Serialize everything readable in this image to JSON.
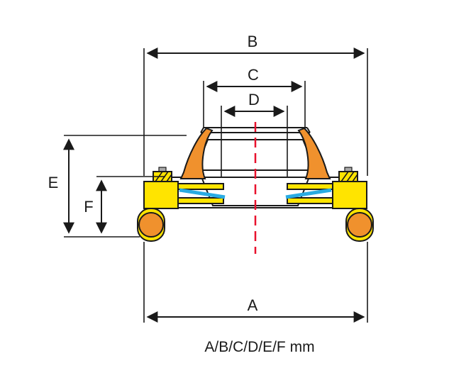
{
  "diagram": {
    "type": "technical-cross-section-drawing",
    "subject": "seal-assembly-dimension-drawing",
    "caption": "A/B/C/D/E/F mm",
    "dimension_labels": {
      "A": "A",
      "B": "B",
      "C": "C",
      "D": "D",
      "E": "E",
      "F": "F"
    },
    "colors": {
      "casing_yellow": "#FFE400",
      "seal_orange": "#F0912D",
      "spring_blue": "#29ABE2",
      "centerline_red": "#E8112D",
      "outline_black": "#1a1a1a"
    }
  }
}
